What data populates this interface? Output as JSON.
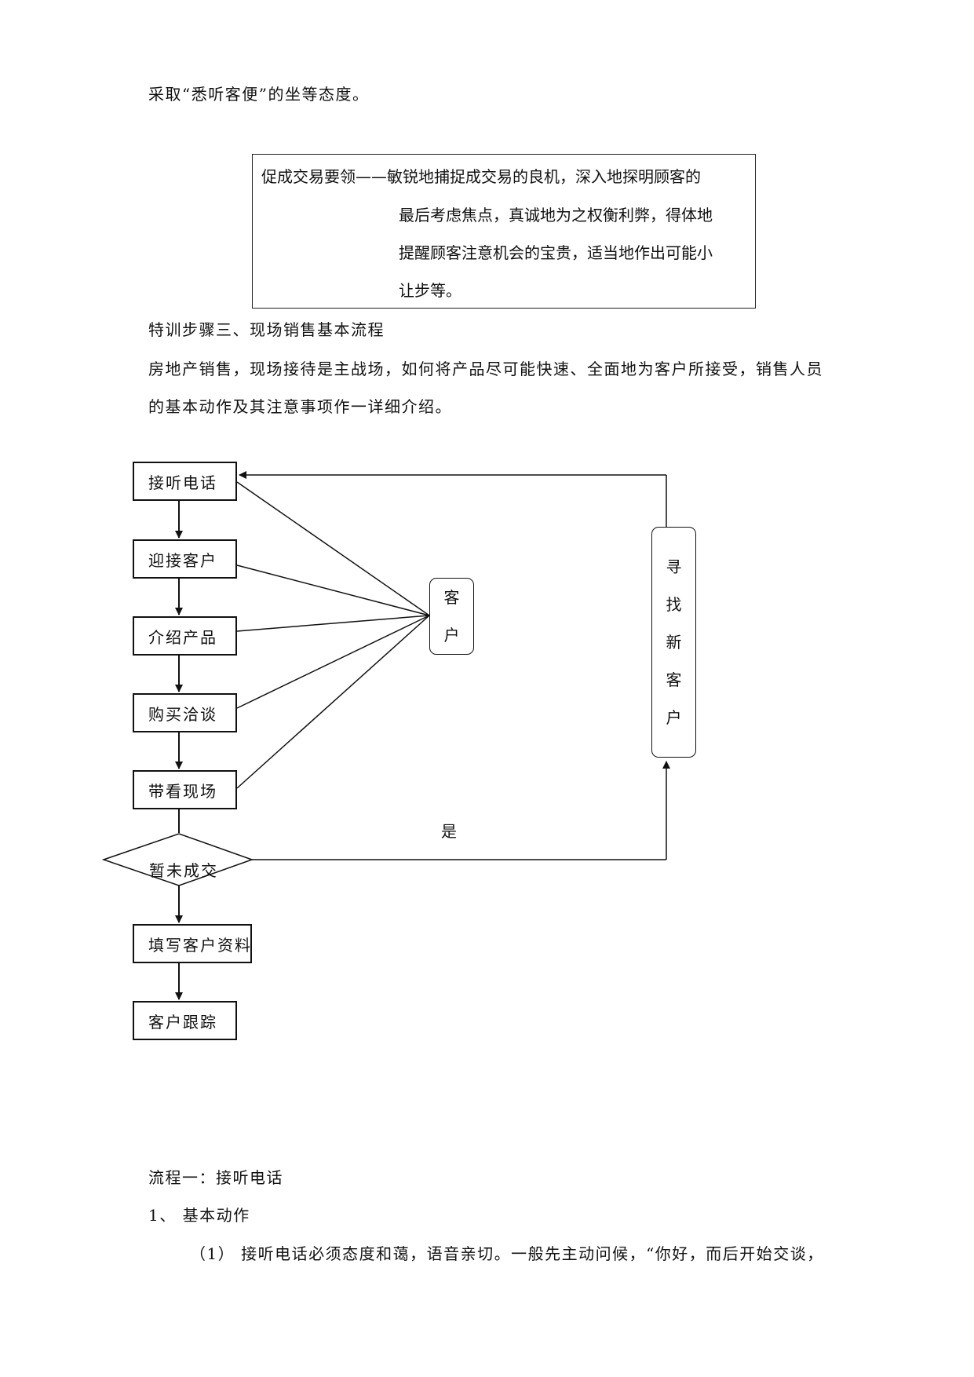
{
  "intro_line": "采取“悉听客便”的坐等态度。",
  "tip_box": {
    "lead": "促成交易要领——敏锐地捕捉成交易的良机，深入地探明顾客的",
    "lines": [
      "最后考虑焦点，真诚地为之权衡利弊，得体地",
      "提醒顾客注意机会的宝贵，适当地作出可能小",
      "让步等。"
    ]
  },
  "section_title": "特训步骤三、现场销售基本流程",
  "paragraph": [
    "房地产销售，现场接待是主战场，如何将产品尽可能快速、全面地为客户所接受，销售人员",
    "的基本动作及其注意事项作一详细介绍。"
  ],
  "flowchart": {
    "steps": [
      "接听电话",
      "迎接客户",
      "介绍产品",
      "购买洽谈",
      "带看现场"
    ],
    "decision": "暂未成交",
    "after": [
      "填写客户资料",
      "客户跟踪"
    ],
    "customer_chars": [
      "客",
      "户"
    ],
    "find_new_chars": [
      "寻",
      "找",
      "新",
      "客",
      "户"
    ],
    "yes_label": "是"
  },
  "flow_heading": "流程一：接听电话",
  "sub_heading": "1、 基本动作",
  "item_1": "（1）   接听电话必须态度和蔼，语音亲切。一般先主动问候，“你好，而后开始交谈，"
}
